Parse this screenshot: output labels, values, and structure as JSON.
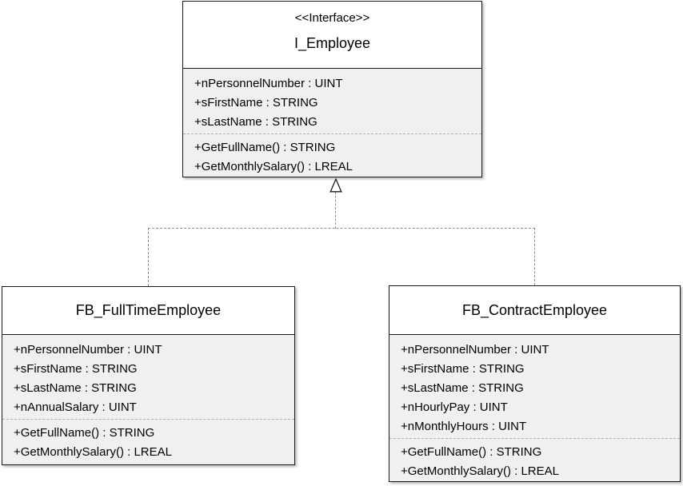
{
  "colors": {
    "box_border": "#1a1a1a",
    "header_fill": "#ffffff",
    "section_fill": "#f0f0f0",
    "separator_gray": "#b0b0b0",
    "connector_gray": "#8c8c8c",
    "text": "#000000"
  },
  "interface": {
    "stereotype": "<<Interface>>",
    "name": "I_Employee",
    "attributes": [
      "+nPersonnelNumber : UINT",
      "+sFirstName : STRING",
      "+sLastName : STRING"
    ],
    "methods": [
      "+GetFullName() : STRING",
      "+GetMonthlySalary() : LREAL"
    ]
  },
  "classes": [
    {
      "name": "FB_FullTimeEmployee",
      "attributes": [
        "+nPersonnelNumber : UINT",
        "+sFirstName : STRING",
        "+sLastName : STRING",
        "+nAnnualSalary : UINT"
      ],
      "methods": [
        "+GetFullName() : STRING",
        "+GetMonthlySalary() : LREAL"
      ]
    },
    {
      "name": "FB_ContractEmployee",
      "attributes": [
        "+nPersonnelNumber : UINT",
        "+sFirstName : STRING",
        "+sLastName : STRING",
        "+nHourlyPay : UINT",
        "+nMonthlyHours : UINT"
      ],
      "methods": [
        "+GetFullName() : STRING",
        "+GetMonthlySalary() : LREAL"
      ]
    }
  ],
  "relationships": [
    {
      "type": "realization",
      "from": "FB_FullTimeEmployee",
      "to": "I_Employee",
      "line_style": "dashed",
      "arrowhead": "hollow-triangle"
    },
    {
      "type": "realization",
      "from": "FB_ContractEmployee",
      "to": "I_Employee",
      "line_style": "dashed",
      "arrowhead": "hollow-triangle"
    }
  ]
}
